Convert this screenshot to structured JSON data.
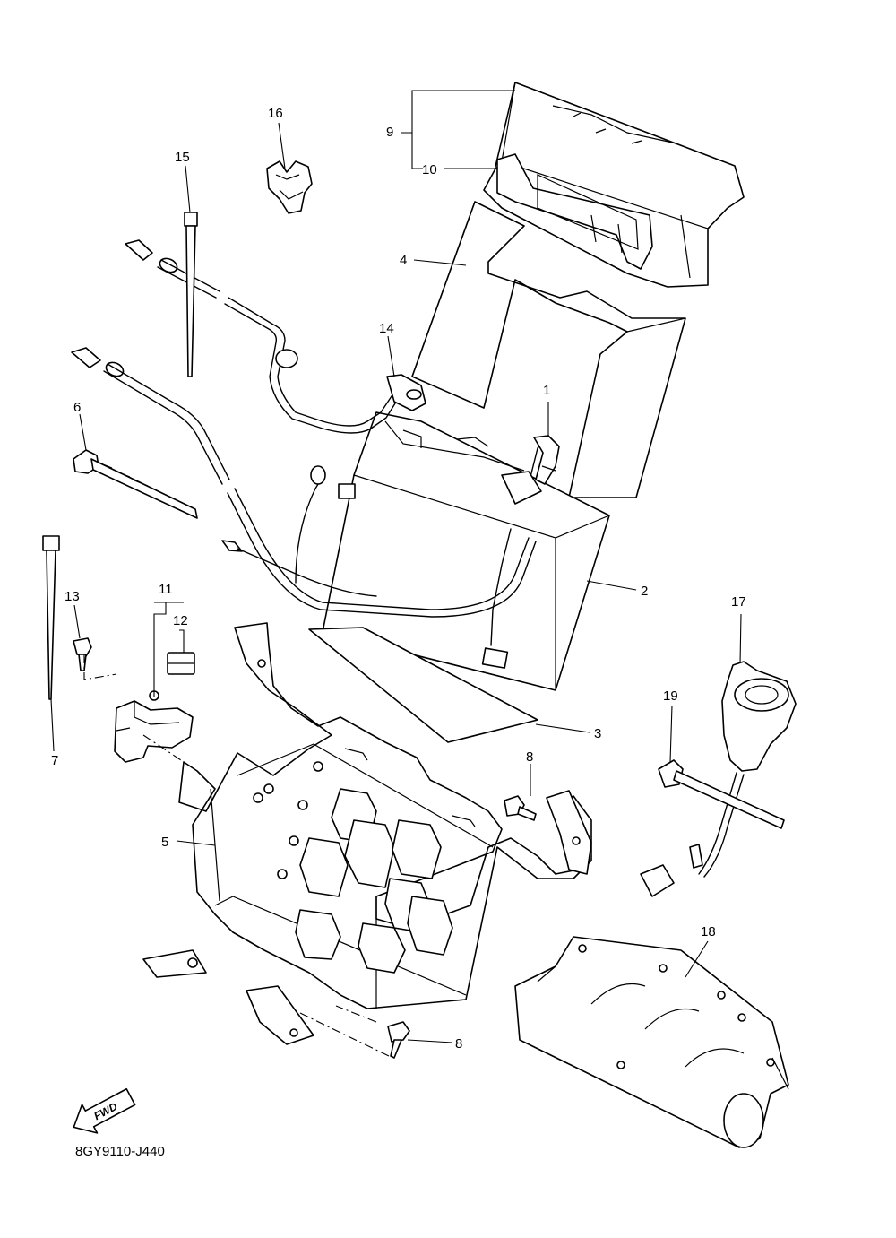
{
  "callouts": {
    "c1": "1",
    "c2": "2",
    "c3": "3",
    "c4": "4",
    "c5": "5",
    "c6": "6",
    "c7": "7",
    "c8a": "8",
    "c8b": "8",
    "c9": "9",
    "c10": "10",
    "c11": "11",
    "c12": "12",
    "c13": "13",
    "c14": "14",
    "c15": "15",
    "c16": "16",
    "c17": "17",
    "c18": "18",
    "c19": "19"
  },
  "fwd_label": "FWD",
  "diagram_code": "8GY9110-J440"
}
